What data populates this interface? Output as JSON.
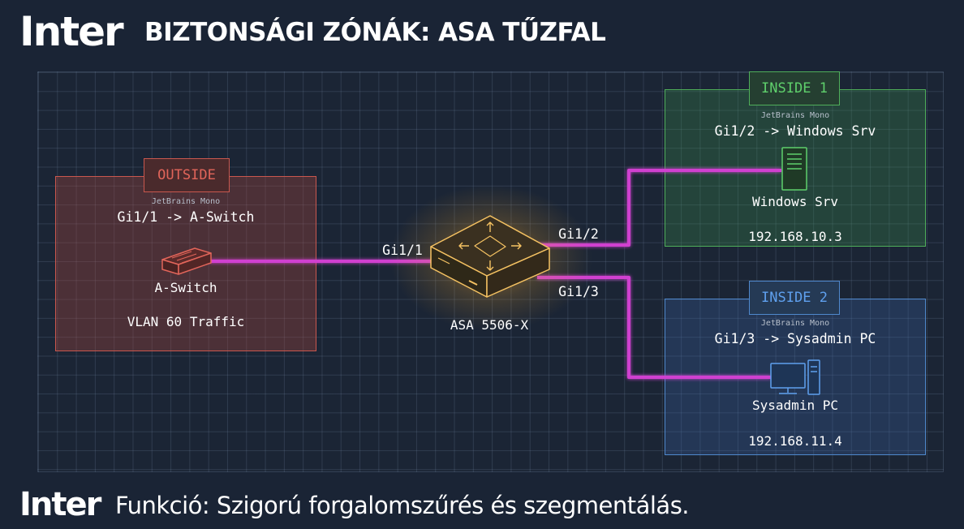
{
  "header": {
    "brand": "Inter",
    "title": "BIZTONSÁGI ZÓNÁK: ASA TŰZFAL"
  },
  "zones": {
    "outside": {
      "badge": "OUTSIDE",
      "font_note": "JetBrains Mono",
      "interface": "Gi1/1 -> A-Switch",
      "device": "A-Switch",
      "info": "VLAN 60 Traffic",
      "color": "#c9574e"
    },
    "inside1": {
      "badge": "INSIDE 1",
      "font_note": "JetBrains Mono",
      "interface": "Gi1/2 -> Windows Srv",
      "device": "Windows Srv",
      "ip": "192.168.10.3",
      "color": "#4fae5a"
    },
    "inside2": {
      "badge": "INSIDE 2",
      "font_note": "JetBrains Mono",
      "interface": "Gi1/3 -> Sysadmin PC",
      "device": "Sysadmin PC",
      "ip": "192.168.11.4",
      "color": "#4f88cc"
    }
  },
  "firewall": {
    "name": "ASA 5506-X",
    "ports": {
      "gi1_1": "Gi1/1",
      "gi1_2": "Gi1/2",
      "gi1_3": "Gi1/3"
    },
    "accent": "#f5a623"
  },
  "links": {
    "color": "#d040d0"
  },
  "footer": {
    "brand": "Inter",
    "text": "Funkció: Szigorú forgalomszűrés és szegmentálás."
  },
  "icons": {
    "switch": "network-switch-icon",
    "firewall": "firewall-appliance-icon",
    "server": "server-tower-icon",
    "pc": "desktop-pc-icon"
  }
}
